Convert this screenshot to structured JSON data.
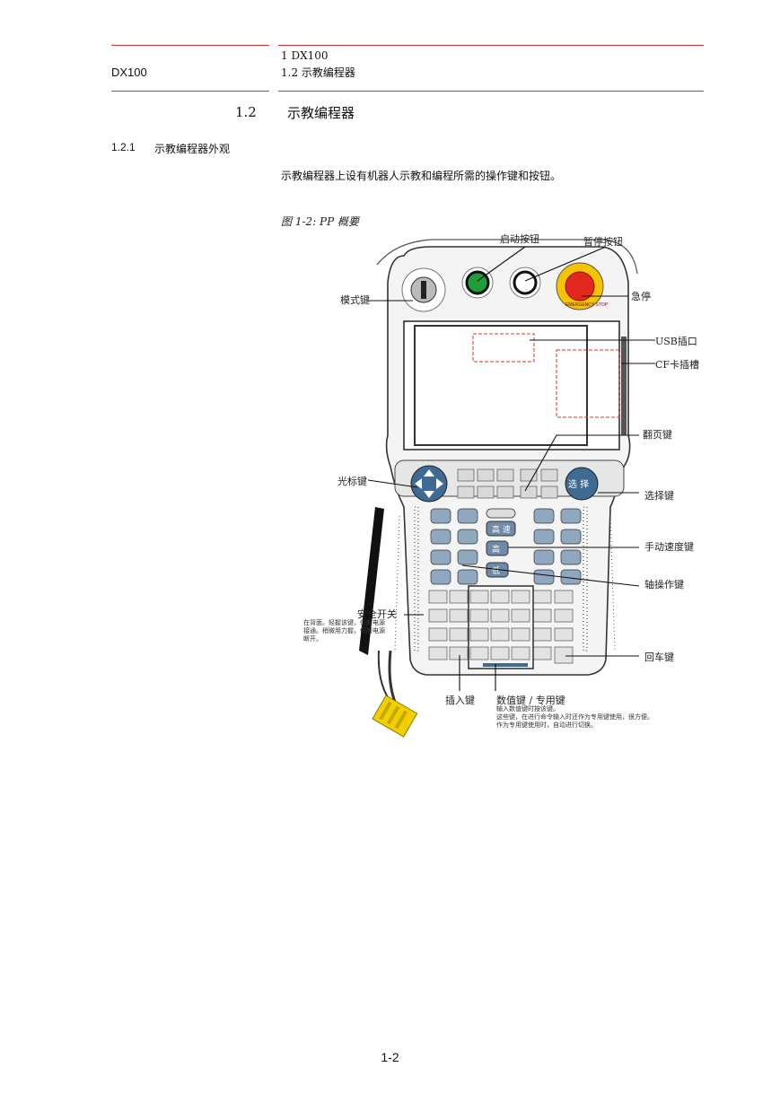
{
  "header": {
    "product": "DX100",
    "chapter": "1  DX100",
    "section": "1.2  示教编程器"
  },
  "section": {
    "number": "1.2",
    "title": "示教编程器"
  },
  "subsection": {
    "number": "1.2.1",
    "title": "示教编程器外观"
  },
  "body": "示教编程器上设有机器人示教和编程所需的操作键和按钮。",
  "figure": {
    "caption": "图  1-2: PP 概要",
    "callouts": {
      "start_button": "启动按钮",
      "hold_button": "暂停按钮",
      "mode_key": "模式键",
      "estop": "急停",
      "usb": "USB插口",
      "cf": "CF卡插槽",
      "page_key": "翻页键",
      "cursor_key": "光标键",
      "select_key": "选择键",
      "speed_key": "手动速度键",
      "axis_key": "轴操作键",
      "safety_switch": "安全开关",
      "enter_key": "回车键",
      "insert_key": "插入键",
      "numeric_key": "数值键 / 专用键"
    },
    "safety_note": [
      "在背面。轻握该键，伺服电源",
      "接通。稍微用力握，伺服电源",
      "断开。"
    ],
    "numeric_note": [
      "输入数值键时按该键。",
      "这些键，在进行命令输入时还作为专用键使用，很方便。",
      "作为专用键使用时，自动进行切换。"
    ],
    "pendant_keys": {
      "select": "选 择",
      "high_speed": "高 速",
      "high": "高",
      "low": "低",
      "estop_ring": "EMERGENCY STOP"
    }
  },
  "page_number": "1-2"
}
